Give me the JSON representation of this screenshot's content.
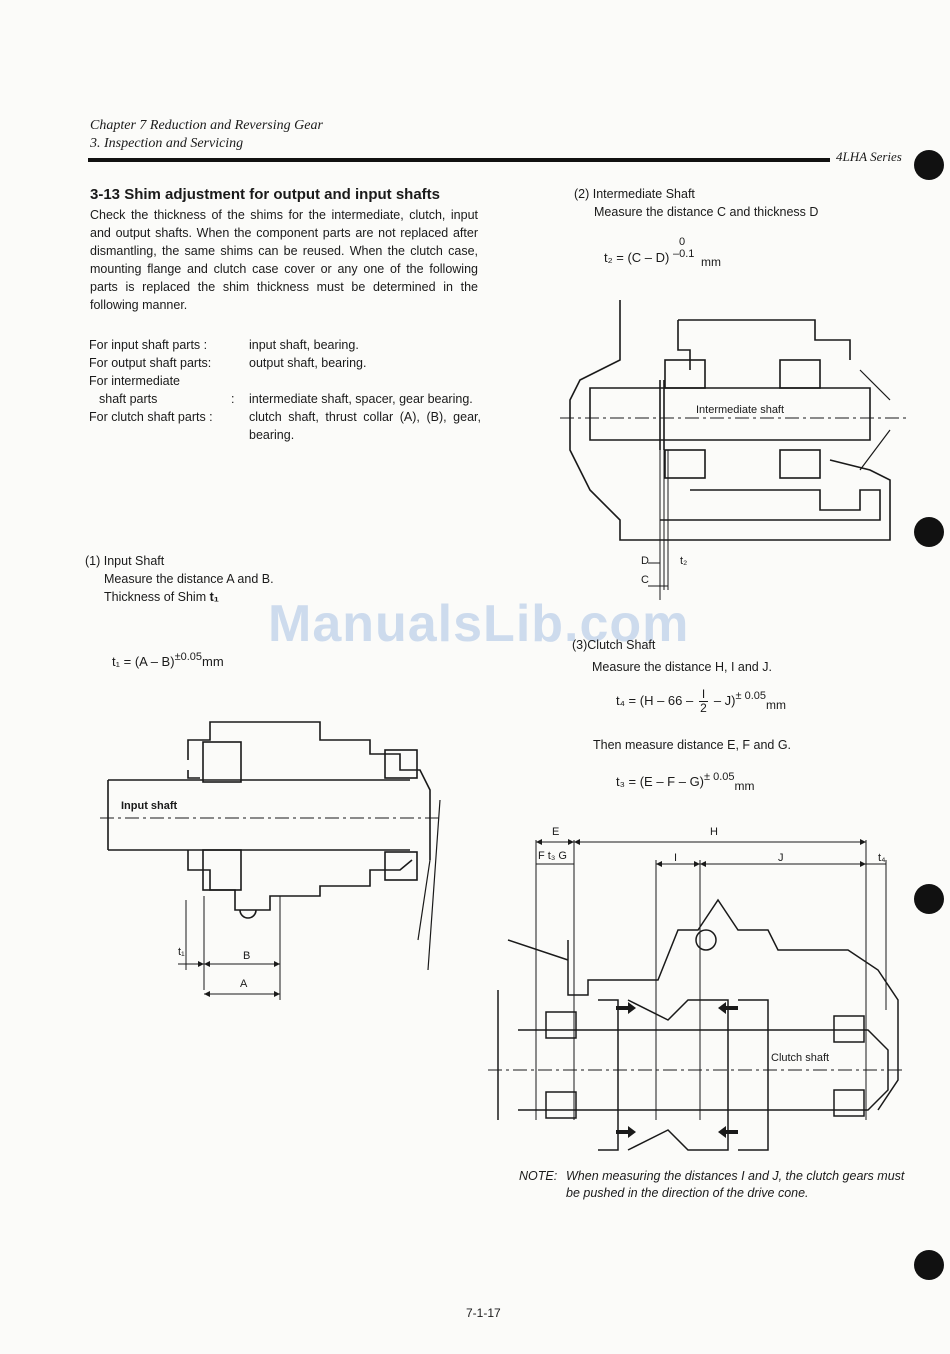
{
  "header": {
    "chapter": "Chapter 7 Reduction and Reversing Gear",
    "section": "3. Inspection and Servicing",
    "series": "4LHA Series"
  },
  "main": {
    "heading": "3-13  Shim adjustment for output and input shafts",
    "intro": "Check the thickness of the shims for the intermediate, clutch, input and output shafts. When the component parts are not replaced after dismantling, the same shims can be reused. When the clutch case, mounting flange and clutch case cover or any one of the following parts is replaced the shim thickness must be determined in the following manner.",
    "parts": [
      {
        "label": "For input shaft parts  :",
        "value": "input shaft, bearing."
      },
      {
        "label": "For output shaft parts:",
        "value": "output shaft, bearing."
      },
      {
        "label": "For intermediate",
        "value": ""
      },
      {
        "label": "shaft parts",
        "colon": ":",
        "value": "intermediate shaft, spacer, gear bearing."
      },
      {
        "label": "For clutch shaft parts :",
        "value": "clutch shaft, thrust collar (A), (B), gear, bearing."
      }
    ]
  },
  "input_shaft": {
    "title": "(1) Input Shaft",
    "line1": "Measure the distance A and B.",
    "line2_prefix": "Thickness of Shim ",
    "line2_var": "t₁",
    "formula_main": "t₁  =  (A – B)",
    "formula_sup": "±0.05",
    "formula_unit": "mm",
    "fig_label": "Input shaft",
    "dim_t": "t₁",
    "dim_b": "B",
    "dim_a": "A"
  },
  "intermediate": {
    "title": "(2) Intermediate Shaft",
    "line1": "Measure the distance C and thickness D",
    "formula_main": "t₂ = (C – D)",
    "formula_top": "0",
    "formula_bottom": "–0.1",
    "formula_unit": "mm",
    "fig_label": "Intermediate shaft",
    "dim_d": "D",
    "dim_c": "C",
    "dim_t": "t₂"
  },
  "clutch": {
    "title": "(3)Clutch Shaft",
    "line1": "Measure the distance H, I and J.",
    "formula1_main": "t₄ = (H – 66 –",
    "formula1_num": "I",
    "formula1_den": "2",
    "formula1_tail": "– J)",
    "formula1_sup": "± 0.05",
    "formula1_unit": "mm",
    "line2": "Then measure distance E, F and G.",
    "formula2_main": "t₃ = (E – F – G)",
    "formula2_sup": "± 0.05",
    "formula2_unit": "mm",
    "fig_label": "Clutch shaft",
    "dim_e": "E",
    "dim_h": "H",
    "dim_f": "F t₃ G",
    "dim_i": "I",
    "dim_j": "J",
    "dim_t4": "t₄",
    "note_prefix": "NOTE:",
    "note_text": "When measuring the distances I and J, the clutch gears must be pushed in the direction of the drive cone."
  },
  "footer": {
    "page_number": "7-1-17"
  },
  "watermark": "ManualsLib.com"
}
